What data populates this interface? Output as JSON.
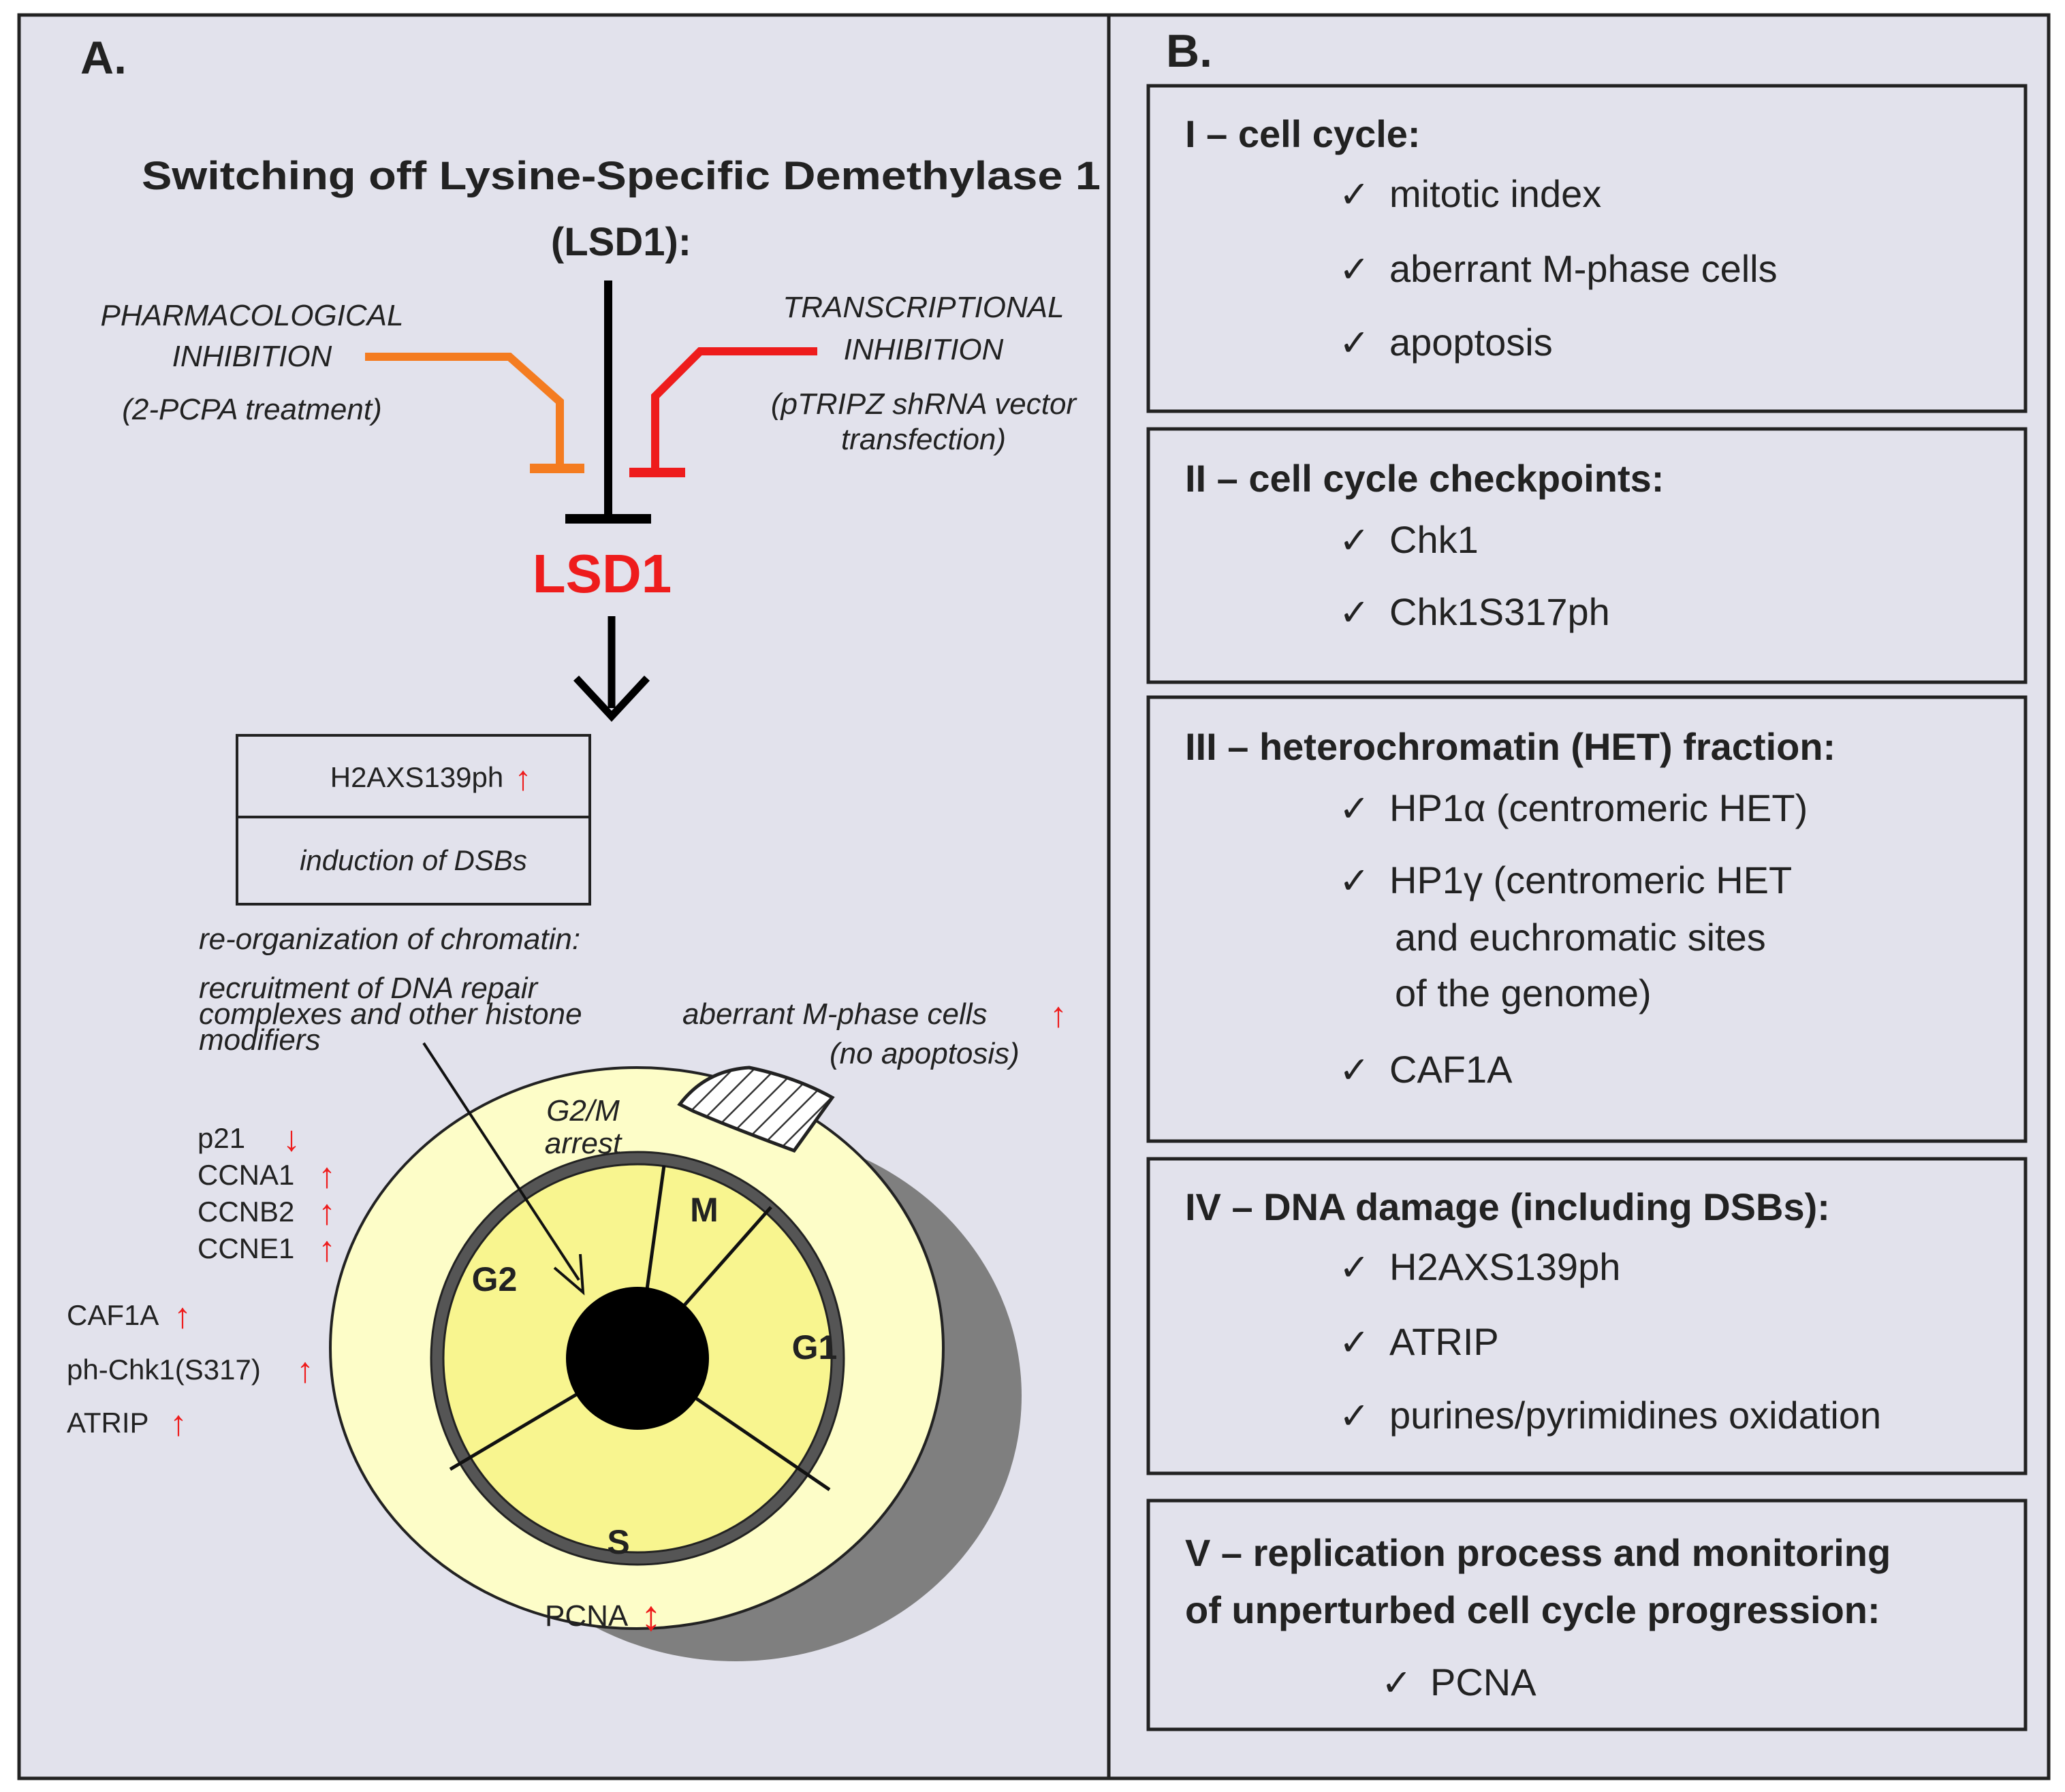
{
  "panel_a": {
    "label": "A.",
    "title_line1": "Switching off Lysine-Specific Demethylase 1",
    "title_line2": "(LSD1):",
    "pharm_line1": "PHARMACOLOGICAL",
    "pharm_line2": "INHIBITION",
    "pharm_line3": "(2-PCPA treatment)",
    "trans_line1": "TRANSCRIPTIONAL",
    "trans_line2": "INHIBITION",
    "trans_line3": "(pTRIPZ shRNA vector",
    "trans_line4": "transfection)",
    "target": "LSD1",
    "box_top": "H2AXS139ph",
    "box_bottom": "induction of DSBs",
    "reorg_line1": "re-organization of chromatin:",
    "reorg_line2": "recruitment of DNA repair",
    "reorg_line3": "complexes and other histone",
    "reorg_line4": "modifiers",
    "aberrant_line1": "aberrant M-phase cells",
    "aberrant_line2": "(no apoptosis)",
    "arrest_line1": "G2/M",
    "arrest_line2": "arrest",
    "phases": {
      "g2": "G2",
      "m": "M",
      "g1": "G1",
      "s": "S"
    },
    "markers": [
      "p21",
      "CCNA1",
      "CCNB2",
      "CCNE1",
      "CAF1A",
      "ph-Chk1(S317)",
      "ATRIP"
    ],
    "marker_directions": [
      "down",
      "up",
      "up",
      "up",
      "up",
      "up",
      "up"
    ],
    "pcna": "PCNA"
  },
  "panel_b": {
    "label": "B.",
    "sections": [
      {
        "title": "I – cell cycle:",
        "items": [
          "mitotic index",
          "aberrant M-phase cells",
          "apoptosis"
        ]
      },
      {
        "title": "II – cell cycle checkpoints:",
        "items": [
          "Chk1",
          "Chk1S317ph"
        ]
      },
      {
        "title": "III – heterochromatin (HET) fraction:",
        "items": [
          "HP1α (centromeric HET)",
          "HP1γ (centromeric HET",
          "and euchromatic sites",
          "of the genome)",
          "CAF1A"
        ]
      },
      {
        "title": "IV – DNA damage (including DSBs):",
        "items": [
          "H2AXS139ph",
          "ATRIP",
          "purines/pyrimidines oxidation"
        ]
      },
      {
        "title_line1": "V – replication process and monitoring",
        "title_line2": "of unperturbed cell cycle progression:",
        "items": [
          "PCNA"
        ]
      }
    ]
  },
  "colors": {
    "background": "#e2e2ec",
    "orange": "#f47c20",
    "red": "#ee1c1c",
    "cell_outer": "#fdfdc8",
    "cell_inner": "#f8f58f",
    "shadow": "#7f7f7f"
  }
}
